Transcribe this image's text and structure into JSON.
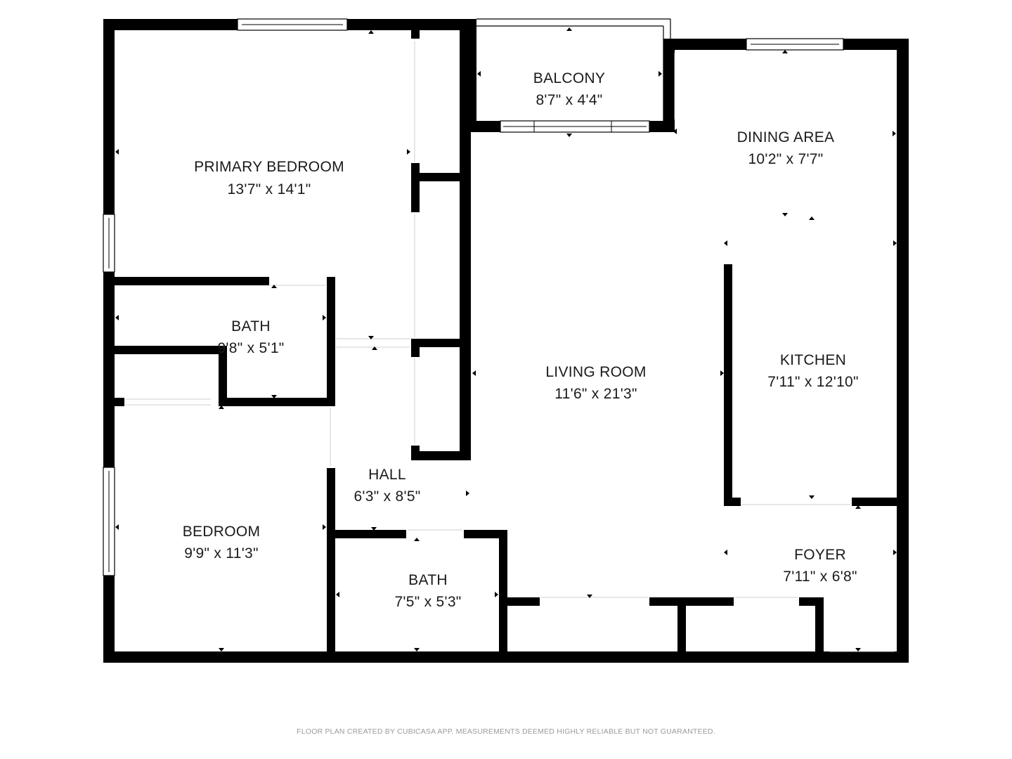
{
  "rooms": {
    "primary_bedroom": {
      "name": "PRIMARY BEDROOM",
      "dims": "13'7\" x 14'1\""
    },
    "balcony": {
      "name": "BALCONY",
      "dims": "8'7\" x 4'4\""
    },
    "dining_area": {
      "name": "DINING AREA",
      "dims": "10'2\" x 7'7\""
    },
    "bath_1": {
      "name": "BATH",
      "dims": "9'8\" x 5'1\""
    },
    "living_room": {
      "name": "LIVING ROOM",
      "dims": "11'6\" x 21'3\""
    },
    "kitchen": {
      "name": "KITCHEN",
      "dims": "7'11\" x 12'10\""
    },
    "hall": {
      "name": "HALL",
      "dims": "6'3\" x 8'5\""
    },
    "bedroom": {
      "name": "BEDROOM",
      "dims": "9'9\" x 11'3\""
    },
    "bath_2": {
      "name": "BATH",
      "dims": "7'5\" x 5'3\""
    },
    "foyer": {
      "name": "FOYER",
      "dims": "7'11\" x 6'8\""
    }
  },
  "footer": "FLOOR PLAN CREATED BY CUBICASA APP. MEASUREMENTS DEEMED HIGHLY RELIABLE BUT NOT GUARANTEED."
}
